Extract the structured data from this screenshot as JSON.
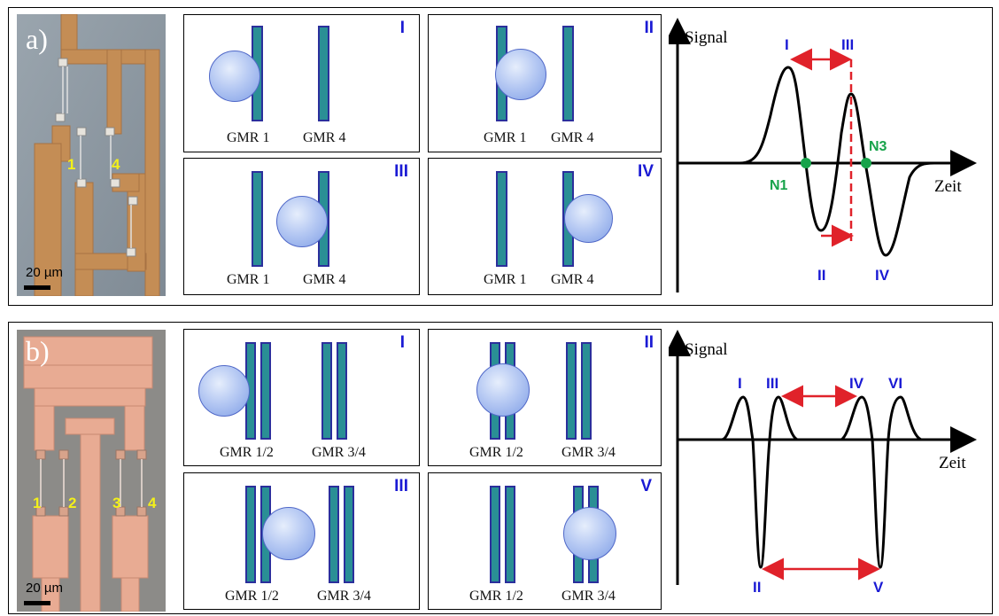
{
  "panel_a": {
    "letter": "a)",
    "scale_bar": "20 µm",
    "sensor_labels": [
      "1",
      "4"
    ],
    "boxes": [
      {
        "roman": "I",
        "labels": [
          "GMR 1",
          "GMR 4"
        ]
      },
      {
        "roman": "II",
        "labels": [
          "GMR 1",
          "GMR 4"
        ]
      },
      {
        "roman": "III",
        "labels": [
          "GMR 1",
          "GMR 4"
        ]
      },
      {
        "roman": "IV",
        "labels": [
          "GMR 1",
          "GMR 4"
        ]
      }
    ],
    "plot": {
      "ylabel": "Signal",
      "xlabel": "Zeit",
      "peak_labels": [
        "I",
        "III",
        "II",
        "IV"
      ],
      "zero_labels": [
        "N1",
        "N3"
      ]
    }
  },
  "panel_b": {
    "letter": "b)",
    "scale_bar": "20 µm",
    "sensor_labels": [
      "1",
      "2",
      "3",
      "4"
    ],
    "boxes": [
      {
        "roman": "I",
        "labels": [
          "GMR 1/2",
          "GMR 3/4"
        ]
      },
      {
        "roman": "II",
        "labels": [
          "GMR 1/2",
          "GMR 3/4"
        ]
      },
      {
        "roman": "III",
        "labels": [
          "GMR 1/2",
          "GMR 3/4"
        ]
      },
      {
        "roman": "V",
        "labels": [
          "GMR 1/2",
          "GMR 3/4"
        ]
      }
    ],
    "plot": {
      "ylabel": "Signal",
      "xlabel": "Zeit",
      "peak_labels": [
        "I",
        "III",
        "IV",
        "VI",
        "II",
        "V"
      ]
    }
  },
  "colors": {
    "roman_blue": "#1a1ad4",
    "arrow_red": "#e0222a",
    "zero_green": "#17a34a",
    "sensor_teal": "#2a8f95",
    "bead_blue": "#9fb6ee"
  }
}
